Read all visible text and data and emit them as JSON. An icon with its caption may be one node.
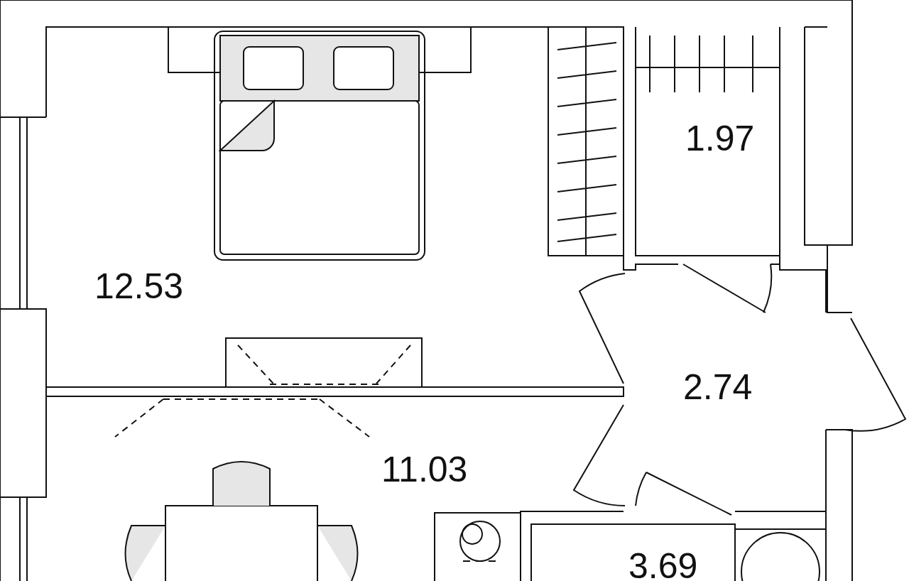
{
  "diagram": {
    "labels": [
      "1.97",
      "12.53",
      "2.74",
      "11.03",
      "3.69"
    ]
  }
}
